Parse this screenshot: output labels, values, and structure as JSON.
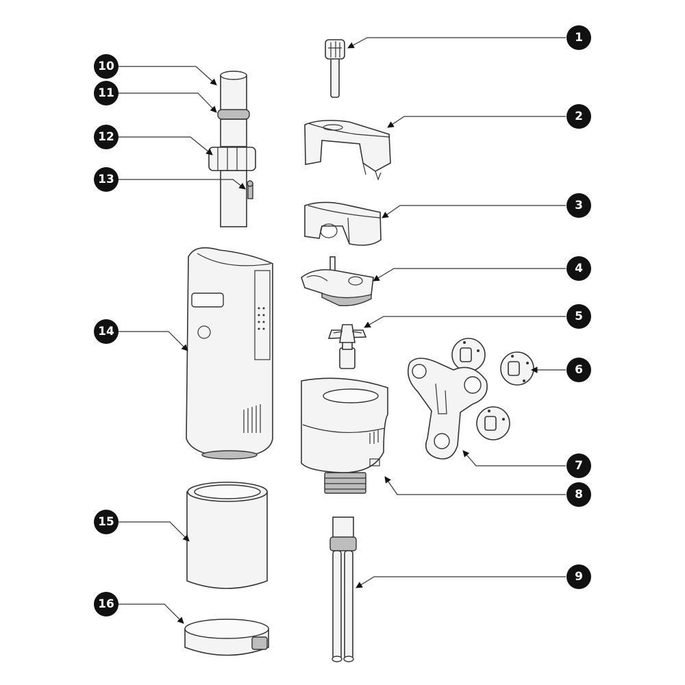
{
  "callouts": [
    {
      "number": "1"
    },
    {
      "number": "2"
    },
    {
      "number": "3"
    },
    {
      "number": "4"
    },
    {
      "number": "5"
    },
    {
      "number": "6"
    },
    {
      "number": "7"
    },
    {
      "number": "8"
    },
    {
      "number": "9"
    },
    {
      "number": "10"
    },
    {
      "number": "11"
    },
    {
      "number": "12"
    },
    {
      "number": "13"
    },
    {
      "number": "14"
    },
    {
      "number": "15"
    },
    {
      "number": "16"
    }
  ],
  "colors": {
    "badge": "#111111",
    "badge_text": "#ffffff",
    "line": "#333333",
    "part_fill": "#f4f4f4"
  }
}
